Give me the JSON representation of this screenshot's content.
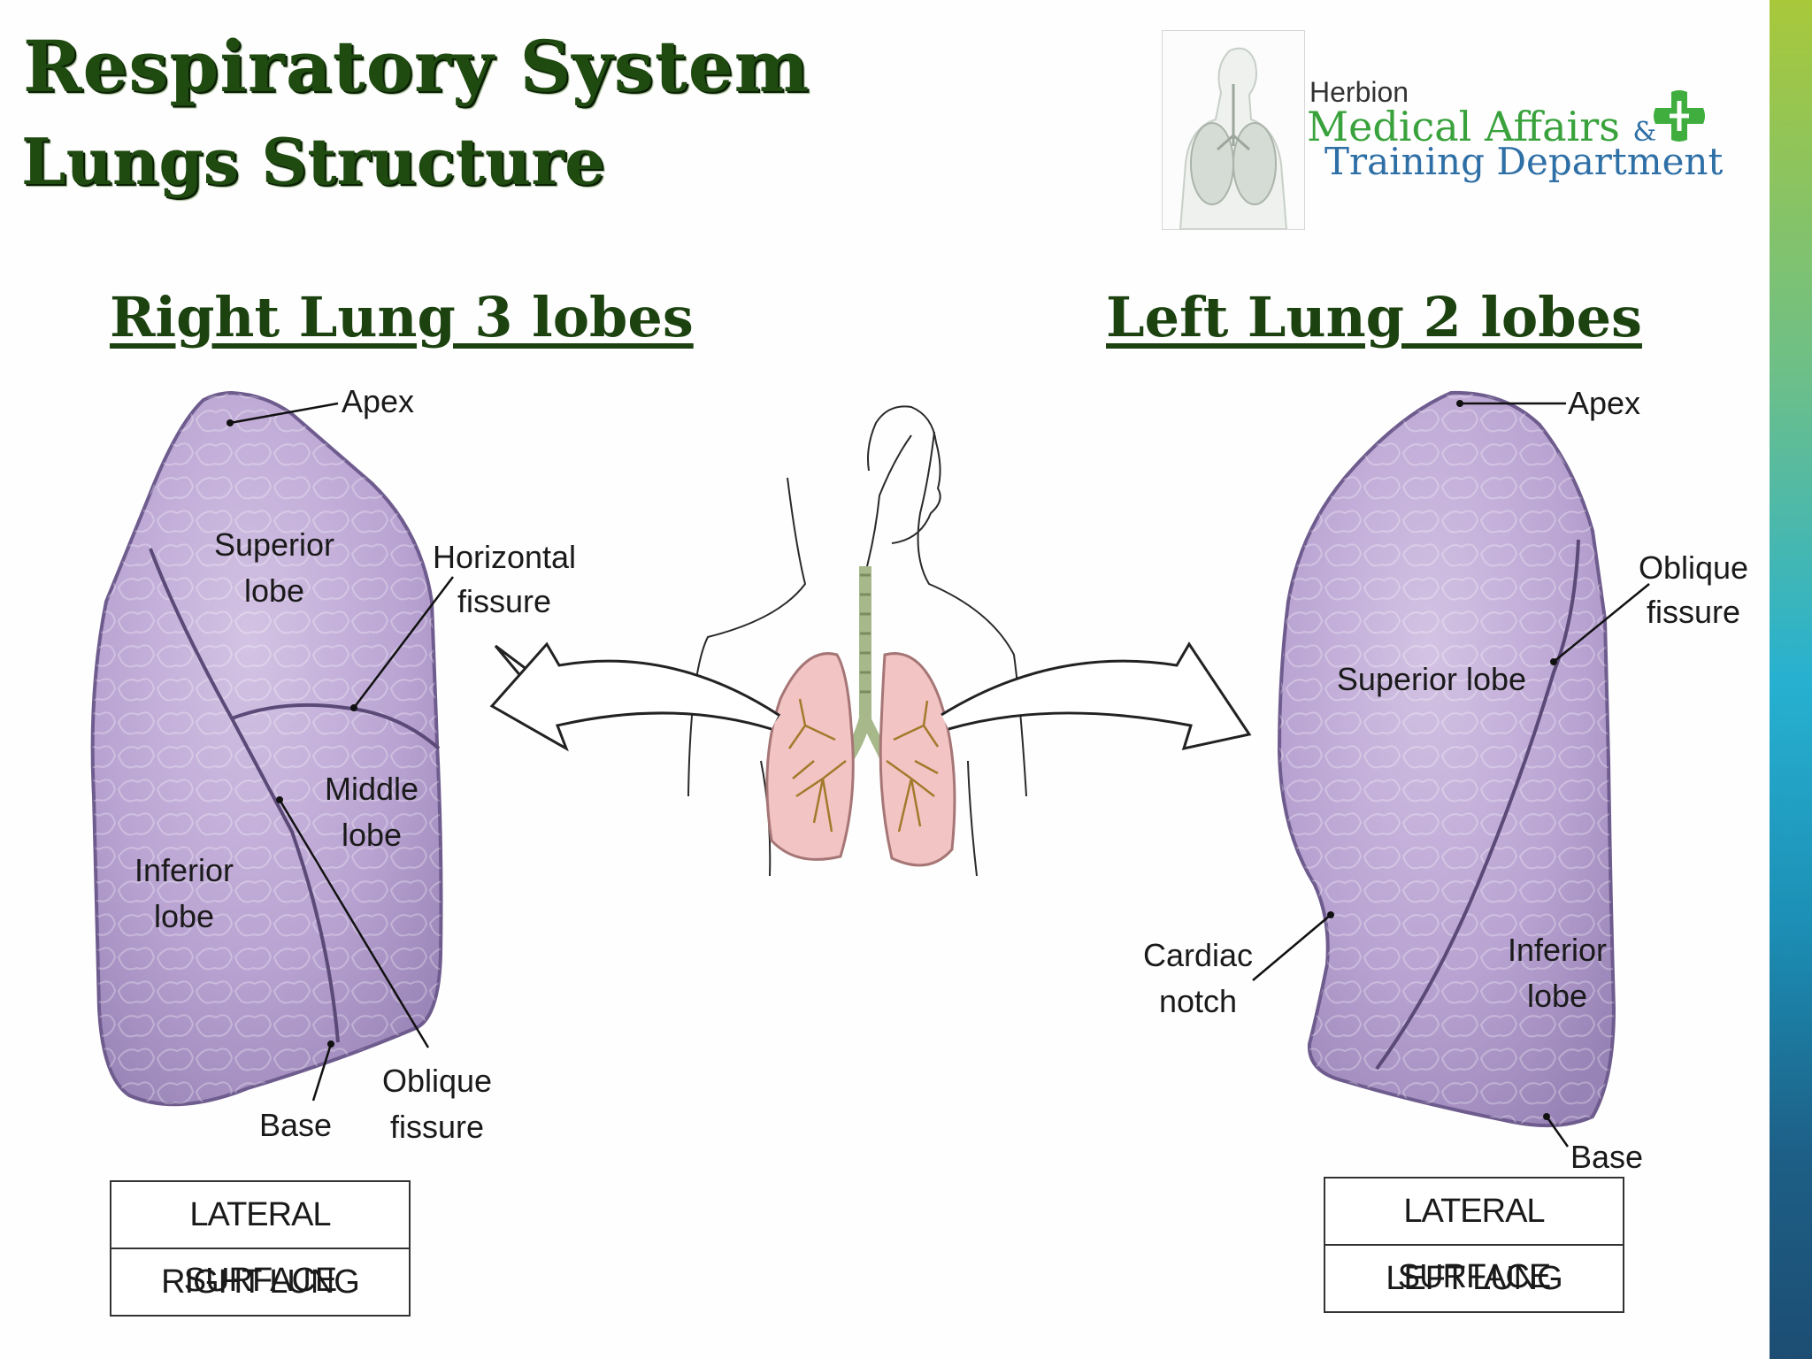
{
  "slide": {
    "title": "Respiratory System",
    "subtitle": "Lungs Structure"
  },
  "logo": {
    "brand": "Herbion",
    "line1": "Medical Affairs",
    "ampersand": "&",
    "line2": "Training Department"
  },
  "right_lung": {
    "heading": "Right Lung 3 lobes",
    "labels": {
      "apex": "Apex",
      "superior_lobe": [
        "Superior",
        "lobe"
      ],
      "horizontal_fissure": [
        "Horizontal",
        "fissure"
      ],
      "middle_lobe": [
        "Middle",
        "lobe"
      ],
      "inferior_lobe": [
        "Inferior",
        "lobe"
      ],
      "oblique_fissure": [
        "Oblique",
        "fissure"
      ],
      "base": "Base"
    },
    "caption": [
      "LATERAL SURFACE",
      "RIGHT LUNG"
    ]
  },
  "left_lung": {
    "heading": "Left Lung 2 lobes",
    "labels": {
      "apex": "Apex",
      "oblique_fissure": [
        "Oblique",
        "fissure"
      ],
      "superior_lobe": "Superior lobe",
      "cardiac_notch": [
        "Cardiac",
        "notch"
      ],
      "inferior_lobe": [
        "Inferior",
        "lobe"
      ],
      "base": "Base"
    },
    "caption": [
      "LATERAL SURFACE",
      "LEFT LUNG"
    ]
  },
  "colors": {
    "title_green": "#1f4a10",
    "lung_fill": "#b9a3d2",
    "lung_stroke": "#6f5c8e",
    "thumb_lung": "#f2c4c4",
    "logo_green": "#39a23c",
    "logo_blue": "#2e6fa6"
  },
  "icons": [
    "herbion-cross-icon"
  ]
}
